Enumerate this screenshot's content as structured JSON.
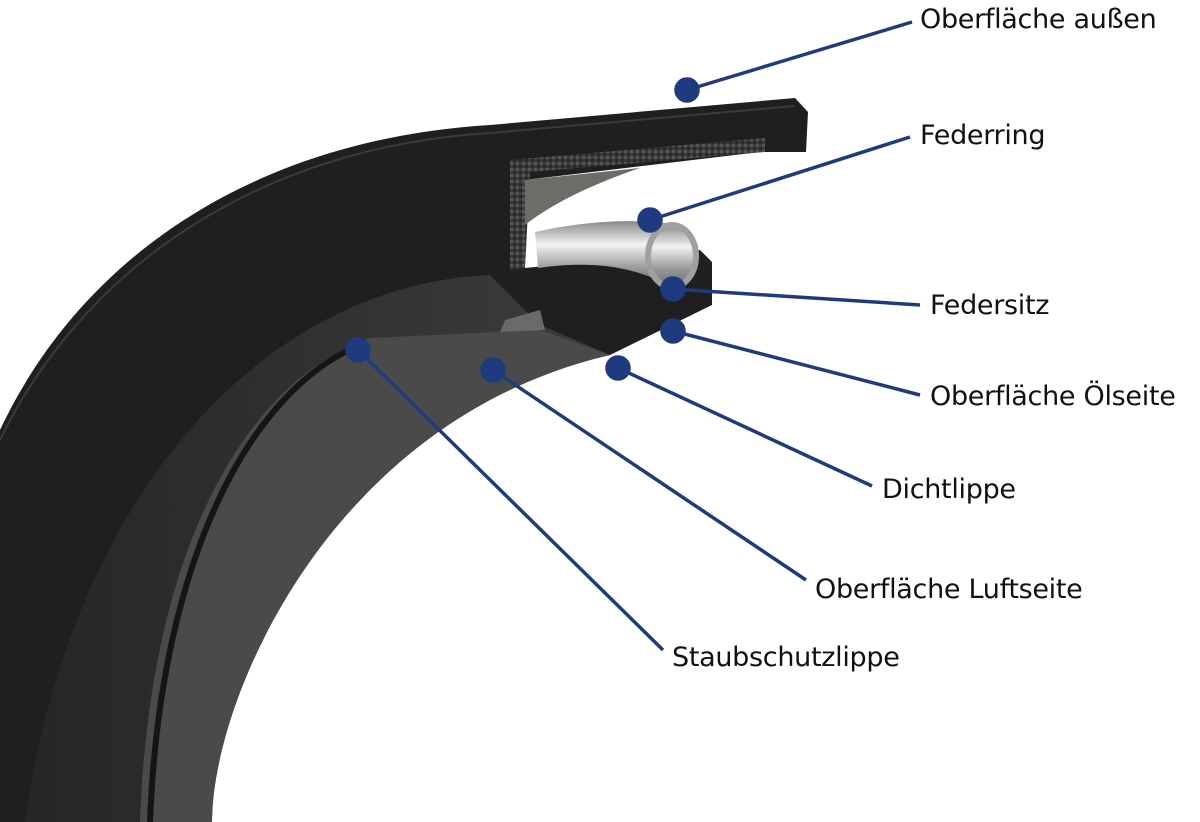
{
  "title": "Radialwellendichtring",
  "colors": {
    "leader": "#1f3a7e",
    "rubber": "#1e1e1e",
    "spring": "#b0b0b0"
  },
  "labels": [
    {
      "id": "oberflaeche-aussen",
      "text": "Oberfläche außen"
    },
    {
      "id": "federring",
      "text": "Federring"
    },
    {
      "id": "federsitz",
      "text": "Federsitz"
    },
    {
      "id": "oberflaeche-oelseite",
      "text": "Oberfläche Ölseite"
    },
    {
      "id": "dichtlippe",
      "text": "Dichtlippe"
    },
    {
      "id": "oberflaeche-luftseite",
      "text": "Oberfläche Luftseite"
    },
    {
      "id": "staubschutzlippe",
      "text": "Staubschutzlippe"
    }
  ]
}
